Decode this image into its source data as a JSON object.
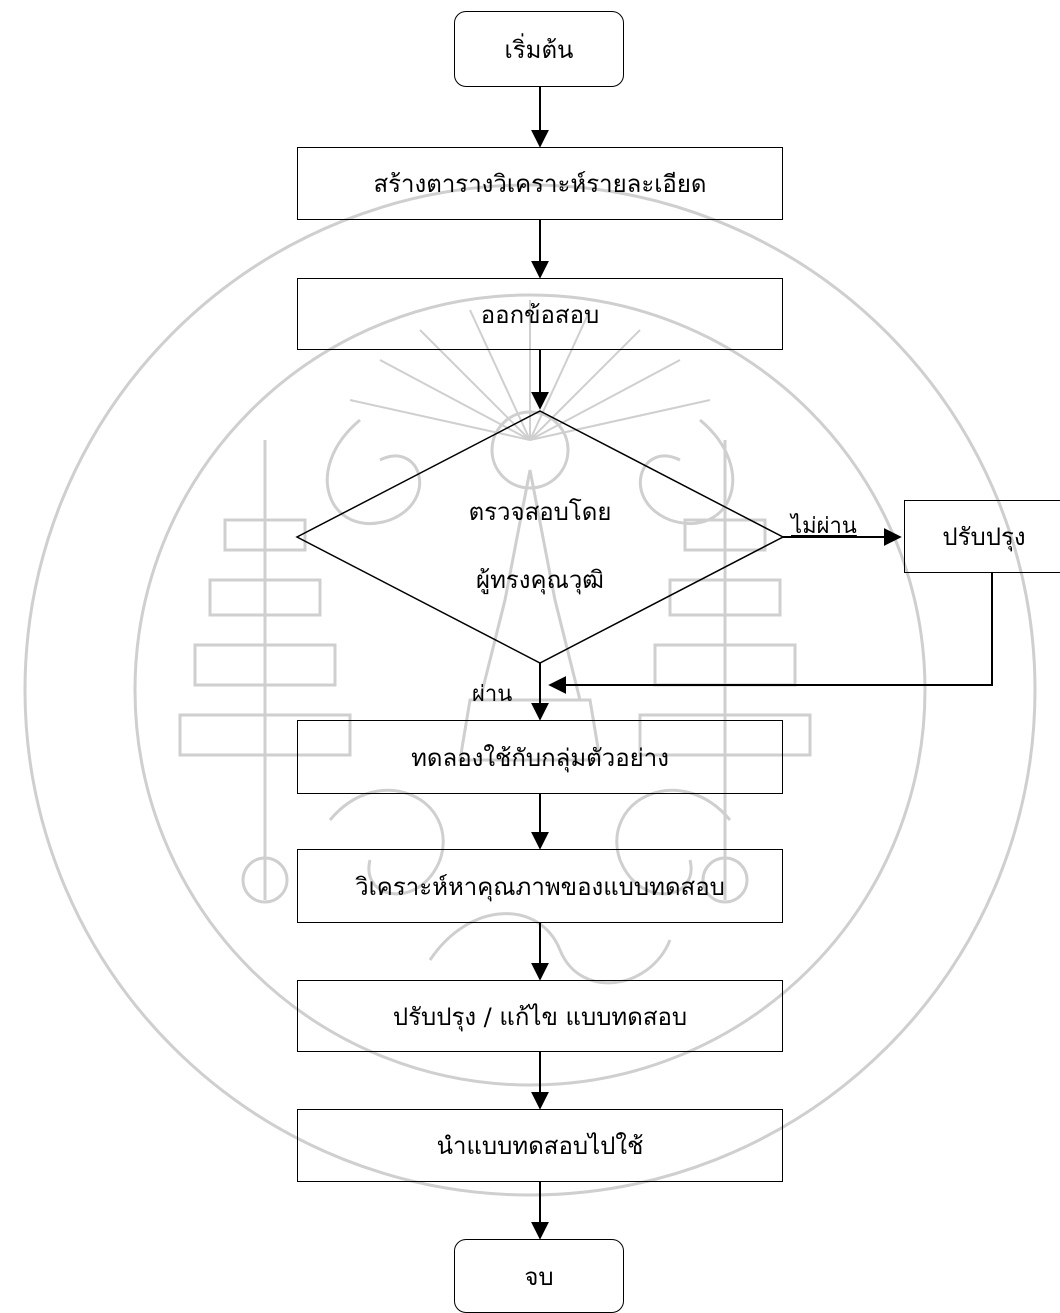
{
  "watermark": {
    "color": "#cfcfcf",
    "icon": "university-seal"
  },
  "flow": {
    "start": "เริ่มต้น",
    "step1": "สร้างตารางวิเคราะห์รายละเอียด",
    "step2": "ออกข้อสอบ",
    "decision": {
      "line1": "ตรวจสอบโดย",
      "line2": "ผู้ทรงคุณวุฒิ"
    },
    "fail_label": "ไม่ผ่าน",
    "revise": "ปรับปรุง",
    "pass_label": "ผ่าน",
    "step3": "ทดลองใช้กับกลุ่มตัวอย่าง",
    "step4": "วิเคราะห์หาคุณภาพของแบบทดสอบ",
    "step5": "ปรับปรุง / แก้ไข แบบทดสอบ",
    "step6": "นำแบบทดสอบไปใช้",
    "end": "จบ"
  }
}
